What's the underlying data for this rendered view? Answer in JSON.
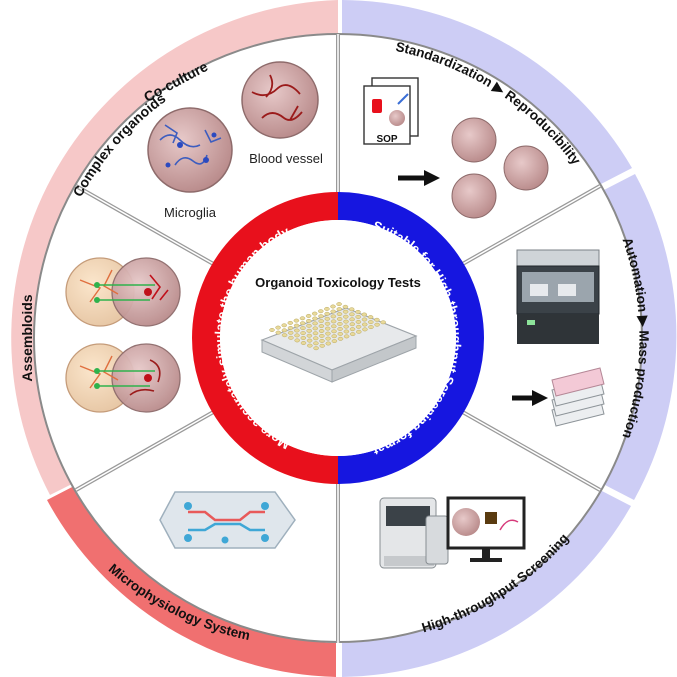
{
  "center": {
    "title": "Organoid Toxicology Tests",
    "left_arc_label": "More accurately simulate the human body",
    "right_arc_label": "Suitable for High-throughput Screening format"
  },
  "outer_ring": {
    "left_label": "Complex organoids",
    "top_right_label": "Standardization ▶ Reproducibility",
    "right_label": "Automation ▶ Mass production",
    "bottom_right_label": "High-throughput Screening",
    "bottom_left_label": "Microphysiology System"
  },
  "segments": {
    "coculture": {
      "title": "Co-culture",
      "microglia": "Microglia",
      "blood_vessel": "Blood vessel"
    },
    "assembloids": {
      "title": "Assembloids"
    },
    "sop": {
      "label": "SOP"
    }
  },
  "colors": {
    "red": "#e8101c",
    "blue": "#1616e0",
    "pink_band": "#f6c8c8",
    "pink_band_dark": "#f07070",
    "lavender_band": "#cdcdf5",
    "organoid": "#d4a8a8",
    "vessel": "#9b1b1b",
    "plate_well": "#e8d99a"
  }
}
